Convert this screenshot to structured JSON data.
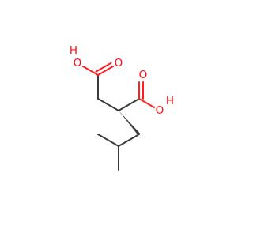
{
  "molecule": {
    "atoms": {
      "hydroxyl_upper_left": "O",
      "hydrogen_upper_left": "H",
      "carbonyl_upper_left": "O",
      "carbonyl_right": "O",
      "hydroxyl_right": "O",
      "hydrogen_right": "H"
    },
    "colors": {
      "bond": "#3a3a3a",
      "oxygen": "#ff0d0d"
    }
  }
}
